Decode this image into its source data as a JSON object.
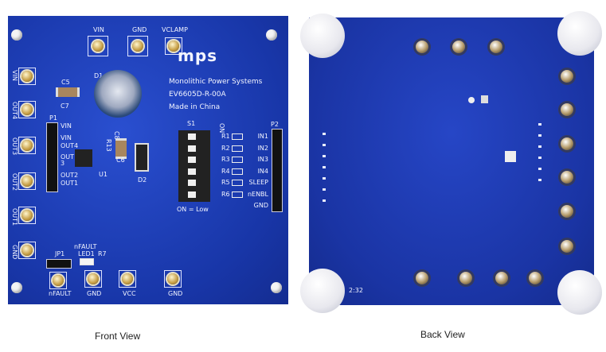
{
  "front": {
    "caption": "Front View",
    "logo": "mps",
    "company": "Monolithic Power Systems",
    "model": "EV6605D-R-00A",
    "origin": "Made in China",
    "top_terminals": [
      "VIN",
      "GND",
      "VCLAMP"
    ],
    "left_terminals": [
      "VIN",
      "OUT4",
      "OUT3",
      "OUT2",
      "OUT1",
      "GND"
    ],
    "bottom_terminals": [
      "nFAULT",
      "GND",
      "VCC",
      "GND"
    ],
    "p1_label": "P1",
    "p1_pins": [
      "VIN",
      "VIN",
      "OUT4",
      "OUT 3",
      "OUT2",
      "OUT1"
    ],
    "p2_label": "P2",
    "p2_pins": [
      "IN1",
      "IN2",
      "IN3",
      "IN4",
      "SLEEP",
      "nENBL",
      "GND"
    ],
    "s1_label": "S1",
    "s1_on": "ON",
    "s1_note": "ON = Low",
    "resistors": [
      "R1",
      "R2",
      "R3",
      "R4",
      "R5",
      "R6"
    ],
    "parts": {
      "c5": "C5",
      "c7": "C7",
      "c8": "C8",
      "c6": "C6",
      "r13": "R13",
      "u1": "U1",
      "d1": "D1",
      "d2": "D2",
      "jp1": "JP1",
      "led1": "LED1",
      "r7": "R7",
      "nfault": "nFAULT"
    }
  },
  "back": {
    "caption": "Back View",
    "marking": "2:32"
  },
  "colors": {
    "board_front": "#1f3fbf",
    "board_back": "#1c3aae",
    "silkscreen": "#ffffff"
  }
}
